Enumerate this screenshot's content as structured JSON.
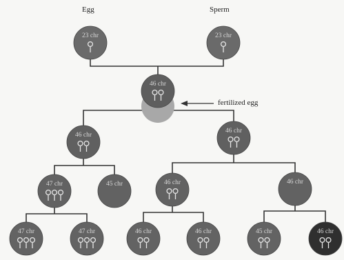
{
  "labels": {
    "egg": "Egg",
    "sperm": "Sperm",
    "fertilized": "fertilized egg"
  },
  "cells": [
    {
      "id": "egg",
      "label": "23 chr",
      "chrom_count": 1,
      "color": "#6a6a6a"
    },
    {
      "id": "sperm",
      "label": "23 chr",
      "chrom_count": 1,
      "color": "#6a6a6a"
    },
    {
      "id": "zygote",
      "label": "46 chr",
      "chrom_count": 2,
      "color": "#5e5e5e"
    },
    {
      "id": "g1-left",
      "label": "46 chr",
      "chrom_count": 2,
      "color": "#606060"
    },
    {
      "id": "g1-right",
      "label": "46 chr",
      "chrom_count": 2,
      "color": "#606060"
    },
    {
      "id": "g2-a",
      "label": "47 chr",
      "chrom_count": 3,
      "color": "#626262"
    },
    {
      "id": "g2-b",
      "label": "45 chr",
      "chrom_count": 0,
      "color": "#626262"
    },
    {
      "id": "g2-c",
      "label": "46 chr",
      "chrom_count": 2,
      "color": "#626262"
    },
    {
      "id": "g2-d",
      "label": "46 chr",
      "chrom_count": 0,
      "color": "#626262"
    },
    {
      "id": "g3-a",
      "label": "47 chr",
      "chrom_count": 3,
      "color": "#636363"
    },
    {
      "id": "g3-b",
      "label": "47 chr",
      "chrom_count": 3,
      "color": "#636363"
    },
    {
      "id": "g3-c",
      "label": "46 chr",
      "chrom_count": 2,
      "color": "#636363"
    },
    {
      "id": "g3-d",
      "label": "46 chr",
      "chrom_count": 2,
      "color": "#636363"
    },
    {
      "id": "g3-e",
      "label": "45 chr",
      "chrom_count": 2,
      "color": "#636363"
    },
    {
      "id": "g3-f",
      "label": "46 chr",
      "chrom_count": 2,
      "color": "#2f2f2f"
    }
  ],
  "zygote_overlay_color": "#a8a8a8",
  "line_color": "#333333"
}
